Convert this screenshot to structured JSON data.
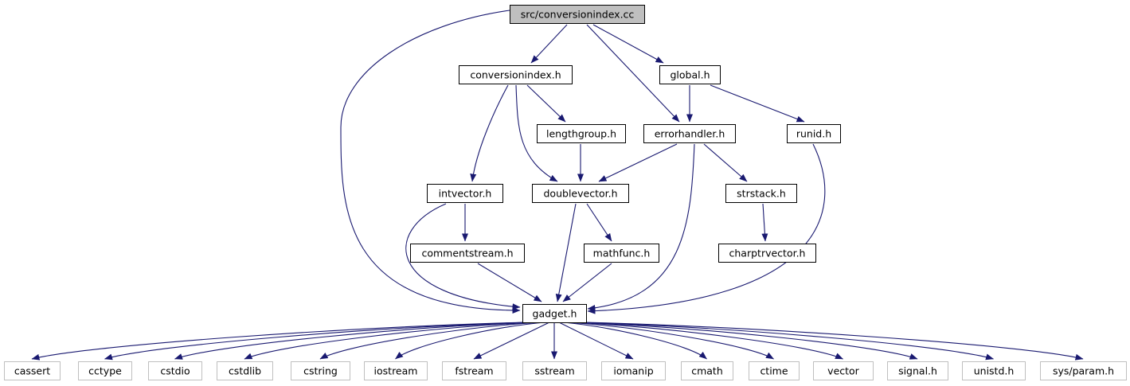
{
  "colors": {
    "edge": "#191970",
    "root_fill": "#bfbfbf",
    "node_stroke": "#000000",
    "leaf_stroke": "#bfbfbf",
    "background": "#ffffff"
  },
  "graph": {
    "nodes": [
      {
        "id": "root",
        "label": "src/conversionindex.cc",
        "kind": "root"
      },
      {
        "id": "conversionindex",
        "label": "conversionindex.h",
        "kind": "header"
      },
      {
        "id": "global",
        "label": "global.h",
        "kind": "header"
      },
      {
        "id": "lengthgroup",
        "label": "lengthgroup.h",
        "kind": "header"
      },
      {
        "id": "errorhandler",
        "label": "errorhandler.h",
        "kind": "header"
      },
      {
        "id": "runid",
        "label": "runid.h",
        "kind": "header"
      },
      {
        "id": "intvector",
        "label": "intvector.h",
        "kind": "header"
      },
      {
        "id": "doublevector",
        "label": "doublevector.h",
        "kind": "header"
      },
      {
        "id": "strstack",
        "label": "strstack.h",
        "kind": "header"
      },
      {
        "id": "commentstream",
        "label": "commentstream.h",
        "kind": "header"
      },
      {
        "id": "mathfunc",
        "label": "mathfunc.h",
        "kind": "header"
      },
      {
        "id": "charptrvector",
        "label": "charptrvector.h",
        "kind": "header"
      },
      {
        "id": "gadget",
        "label": "gadget.h",
        "kind": "header"
      },
      {
        "id": "cassert",
        "label": "cassert",
        "kind": "system"
      },
      {
        "id": "cctype",
        "label": "cctype",
        "kind": "system"
      },
      {
        "id": "cstdio",
        "label": "cstdio",
        "kind": "system"
      },
      {
        "id": "cstdlib",
        "label": "cstdlib",
        "kind": "system"
      },
      {
        "id": "cstring",
        "label": "cstring",
        "kind": "system"
      },
      {
        "id": "iostream",
        "label": "iostream",
        "kind": "system"
      },
      {
        "id": "fstream",
        "label": "fstream",
        "kind": "system"
      },
      {
        "id": "sstream",
        "label": "sstream",
        "kind": "system"
      },
      {
        "id": "iomanip",
        "label": "iomanip",
        "kind": "system"
      },
      {
        "id": "cmath",
        "label": "cmath",
        "kind": "system"
      },
      {
        "id": "ctime",
        "label": "ctime",
        "kind": "system"
      },
      {
        "id": "vector",
        "label": "vector",
        "kind": "system"
      },
      {
        "id": "signal",
        "label": "signal.h",
        "kind": "system"
      },
      {
        "id": "unistd",
        "label": "unistd.h",
        "kind": "system"
      },
      {
        "id": "sysparam",
        "label": "sys/param.h",
        "kind": "system"
      }
    ],
    "edges": [
      {
        "from": "root",
        "to": "conversionindex"
      },
      {
        "from": "root",
        "to": "global"
      },
      {
        "from": "root",
        "to": "errorhandler"
      },
      {
        "from": "root",
        "to": "gadget"
      },
      {
        "from": "conversionindex",
        "to": "lengthgroup"
      },
      {
        "from": "conversionindex",
        "to": "intvector"
      },
      {
        "from": "conversionindex",
        "to": "doublevector"
      },
      {
        "from": "global",
        "to": "errorhandler"
      },
      {
        "from": "global",
        "to": "runid"
      },
      {
        "from": "lengthgroup",
        "to": "doublevector"
      },
      {
        "from": "errorhandler",
        "to": "doublevector"
      },
      {
        "from": "errorhandler",
        "to": "strstack"
      },
      {
        "from": "errorhandler",
        "to": "gadget"
      },
      {
        "from": "runid",
        "to": "gadget"
      },
      {
        "from": "intvector",
        "to": "commentstream"
      },
      {
        "from": "intvector",
        "to": "gadget"
      },
      {
        "from": "doublevector",
        "to": "mathfunc"
      },
      {
        "from": "doublevector",
        "to": "gadget"
      },
      {
        "from": "strstack",
        "to": "charptrvector"
      },
      {
        "from": "commentstream",
        "to": "gadget"
      },
      {
        "from": "mathfunc",
        "to": "gadget"
      },
      {
        "from": "gadget",
        "to": "cassert"
      },
      {
        "from": "gadget",
        "to": "cctype"
      },
      {
        "from": "gadget",
        "to": "cstdio"
      },
      {
        "from": "gadget",
        "to": "cstdlib"
      },
      {
        "from": "gadget",
        "to": "cstring"
      },
      {
        "from": "gadget",
        "to": "iostream"
      },
      {
        "from": "gadget",
        "to": "fstream"
      },
      {
        "from": "gadget",
        "to": "sstream"
      },
      {
        "from": "gadget",
        "to": "iomanip"
      },
      {
        "from": "gadget",
        "to": "cmath"
      },
      {
        "from": "gadget",
        "to": "ctime"
      },
      {
        "from": "gadget",
        "to": "vector"
      },
      {
        "from": "gadget",
        "to": "signal"
      },
      {
        "from": "gadget",
        "to": "unistd"
      },
      {
        "from": "gadget",
        "to": "sysparam"
      }
    ]
  }
}
